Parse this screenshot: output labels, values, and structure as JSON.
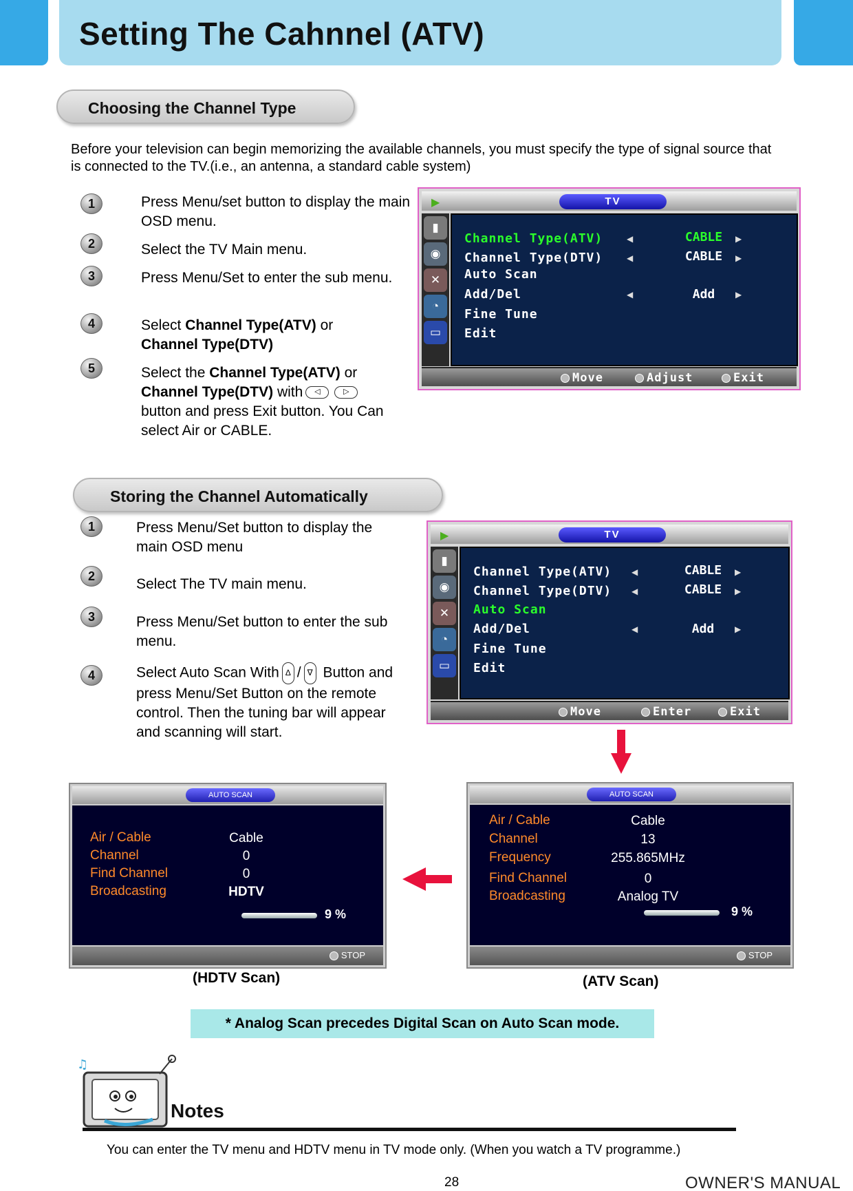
{
  "header": {
    "title": "Setting The Cahnnel (ATV)"
  },
  "section1": {
    "title": "Choosing the Channel Type",
    "intro": "Before your television can begin memorizing the available channels, you must specify the type of signal source that is connected to the TV.(i.e., an antenna, a standard cable system)",
    "steps": [
      {
        "num": "1",
        "text": "Press Menu/set button to display the main OSD menu."
      },
      {
        "num": "2",
        "text": "Select the TV Main menu."
      },
      {
        "num": "3",
        "text": "Press Menu/Set to enter the sub menu."
      },
      {
        "num": "4",
        "pre": "Select ",
        "b1": "Channel Type(ATV)",
        "mid": " or ",
        "b2": "Channel Type(DTV)"
      },
      {
        "num": "5",
        "pre": "Select the ",
        "b1": "Channel Type(ATV)",
        "mid": " or ",
        "b2": "Channel Type(DTV)",
        "with": " with",
        "btn_left": "◁",
        "btn_right": "▷",
        "post": "button and press Exit button. You Can select Air or CABLE."
      }
    ]
  },
  "osd1": {
    "tab": "TV",
    "rows": [
      {
        "label": "Channel Type(ATV)",
        "value": "CABLE"
      },
      {
        "label": "Channel Type(DTV)",
        "value": "CABLE"
      },
      {
        "label": "Auto Scan",
        "value": ""
      },
      {
        "label": "Add/Del",
        "value": "Add"
      },
      {
        "label": "Fine Tune",
        "value": ""
      },
      {
        "label": "Edit",
        "value": ""
      }
    ],
    "footer": {
      "move": "Move",
      "action": "Adjust",
      "exit": "Exit"
    }
  },
  "section2": {
    "title": "Storing the Channel Automatically",
    "steps": [
      {
        "num": "1",
        "text": "Press Menu/Set button to display the main OSD menu"
      },
      {
        "num": "2",
        "text": "Select The TV main menu."
      },
      {
        "num": "3",
        "text": "Press Menu/Set button to enter the sub menu."
      },
      {
        "num": "4",
        "pre": "Select Auto Scan With",
        "btn_up": "∆",
        "slash": "/",
        "btn_down": "∇",
        "post": "Button and press Menu/Set Button on the remote control. Then the tuning bar will appear and scanning will start."
      }
    ]
  },
  "osd2": {
    "tab": "TV",
    "rows": [
      {
        "label": "Channel Type(ATV)",
        "value": "CABLE"
      },
      {
        "label": "Channel Type(DTV)",
        "value": "CABLE"
      },
      {
        "label": "Auto Scan",
        "value": ""
      },
      {
        "label": "Add/Del",
        "value": "Add"
      },
      {
        "label": "Fine Tune",
        "value": ""
      },
      {
        "label": "Edit",
        "value": ""
      }
    ],
    "footer": {
      "move": "Move",
      "action": "Enter",
      "exit": "Exit"
    }
  },
  "scan_hdtv": {
    "tab": "AUTO SCAN",
    "rows": [
      {
        "label": "Air / Cable",
        "value": "Cable"
      },
      {
        "label": "Channel",
        "value": "0"
      },
      {
        "label": "Find Channel",
        "value": "0"
      },
      {
        "label": "Broadcasting",
        "value": "HDTV"
      }
    ],
    "progress_pct": 9,
    "pct_text": "9  %",
    "stop": "STOP",
    "caption": "(HDTV Scan)"
  },
  "scan_atv": {
    "tab": "AUTO SCAN",
    "rows": [
      {
        "label": "Air / Cable",
        "value": "Cable"
      },
      {
        "label": "Channel",
        "value": "13"
      },
      {
        "label": "Frequency",
        "value": "255.865MHz"
      },
      {
        "label": "Find Channel",
        "value": "0"
      },
      {
        "label": "Broadcasting",
        "value": "Analog TV"
      }
    ],
    "progress_pct": 9,
    "pct_text": "9  %",
    "stop": "STOP",
    "caption": "(ATV Scan)"
  },
  "analog_note": "* Analog Scan precedes Digital Scan on Auto Scan mode.",
  "notes": {
    "heading": "Notes",
    "text": "You can enter the TV menu and HDTV menu in TV mode only. (When you watch a TV programme.)"
  },
  "footer": {
    "page": "28",
    "manual": "OWNER'S MANUAL"
  },
  "colors": {
    "header_band": "#36a9e6",
    "header_main": "#a7dbef",
    "osd_highlight": "#2bff2b",
    "scan_label": "#ff8a2a",
    "arrow": "#e8123c",
    "note_box": "#a9e8e8"
  }
}
